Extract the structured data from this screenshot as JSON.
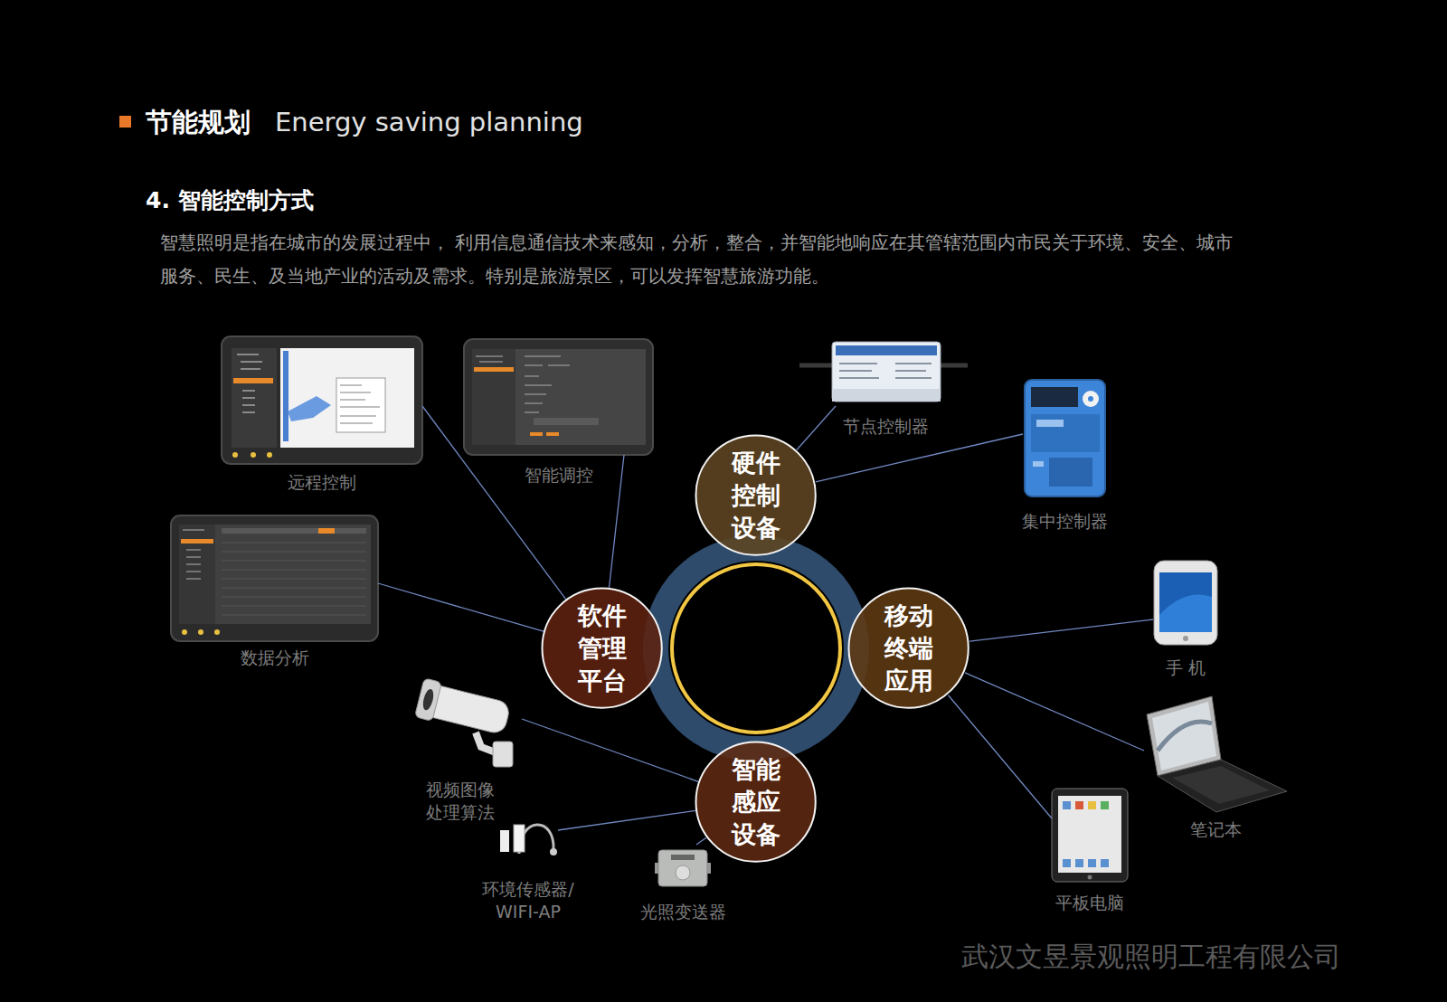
{
  "diagram": {
    "title": "节能规划",
    "nodes": [
      {
        "text": [
          "硬件 控制 设备"
        ]
      },
      {
        "text": [
          "软件 管理 平台"
        ]
      },
      {
        "text": [
          "移动 终端 应用"
        ]
      },
      {
        "text": [
          "智能 感应 设备"
        ]
      },
      {
        "text": [
          "远程控制"
        ]
      },
      {
        "text": [
          "智能调控"
        ]
      },
      {
        "text": [
          "节点控制器"
        ]
      },
      {
        "text": [
          "集中控制器"
        ]
      },
      {
        "text": [
          "数据分析"
        ]
      },
      {
        "text": [
          "手 机"
        ]
      },
      {
        "text": [
          "视频图像 处理算法"
        ]
      },
      {
        "text": [
          "笔记本"
        ]
      },
      {
        "text": [
          "环境传感器/ WIFI-AP"
        ]
      },
      {
        "text": [
          "光照变送器"
        ]
      },
      {
        "text": [
          "平板电脑"
        ]
      }
    ],
    "edges": [
      {
        "from": 1,
        "to": 4,
        "arrow": "none"
      },
      {
        "from": 1,
        "to": 5,
        "arrow": "none"
      },
      {
        "from": 1,
        "to": 8,
        "arrow": "none"
      },
      {
        "from": 0,
        "to": 6,
        "arrow": "none"
      },
      {
        "from": 0,
        "to": 7,
        "arrow": "none"
      },
      {
        "from": 2,
        "to": 9,
        "arrow": "none"
      },
      {
        "from": 2,
        "to": 11,
        "arrow": "none"
      },
      {
        "from": 2,
        "to": 14,
        "arrow": "none"
      },
      {
        "from": 3,
        "to": 10,
        "arrow": "none"
      },
      {
        "from": 3,
        "to": 12,
        "arrow": "none"
      },
      {
        "from": 3,
        "to": 13,
        "arrow": "none"
      }
    ],
    "labels": [
      "Energy saving planning",
      "4. 智能控制方式",
      "智慧照明是指在城市的发展过程中， 利用信息通信技术来感知，分析，整合，并智能地响应在其管辖范围内市民关于环境、安全、城市 服务、民生、及当地产业的活动及需求。特别是旅游景区，可以发挥智慧旅游功能。",
      "武汉文昱景观照明工程有限公司"
    ]
  }
}
